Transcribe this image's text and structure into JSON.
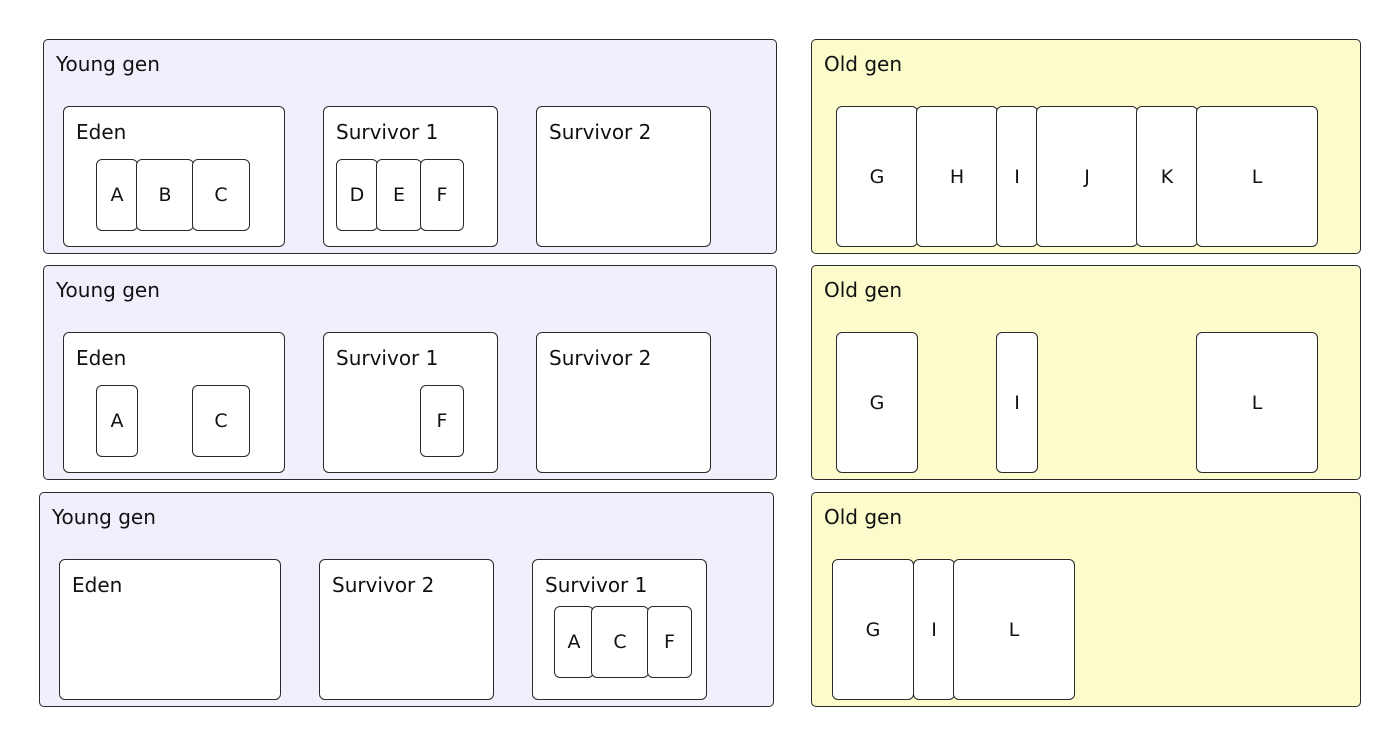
{
  "rows": [
    {
      "young": {
        "label": "Young gen",
        "spaces": [
          {
            "label": "Eden",
            "objects": [
              "A",
              "B",
              "C"
            ]
          },
          {
            "label": "Survivor 1",
            "objects": [
              "D",
              "E",
              "F"
            ]
          },
          {
            "label": "Survivor 2",
            "objects": []
          }
        ]
      },
      "old": {
        "label": "Old gen",
        "objects": [
          "G",
          "H",
          "I",
          "J",
          "K",
          "L"
        ]
      }
    },
    {
      "young": {
        "label": "Young gen",
        "spaces": [
          {
            "label": "Eden",
            "objects": [
              "A",
              "C"
            ]
          },
          {
            "label": "Survivor 1",
            "objects": [
              "F"
            ]
          },
          {
            "label": "Survivor 2",
            "objects": []
          }
        ]
      },
      "old": {
        "label": "Old gen",
        "objects": [
          "G",
          "I",
          "L"
        ]
      }
    },
    {
      "young": {
        "label": "Young gen",
        "spaces": [
          {
            "label": "Eden",
            "objects": []
          },
          {
            "label": "Survivor 2",
            "objects": []
          },
          {
            "label": "Survivor 1",
            "objects": [
              "A",
              "C",
              "F"
            ]
          }
        ]
      },
      "old": {
        "label": "Old gen",
        "objects": [
          "G",
          "I",
          "L"
        ]
      }
    }
  ]
}
